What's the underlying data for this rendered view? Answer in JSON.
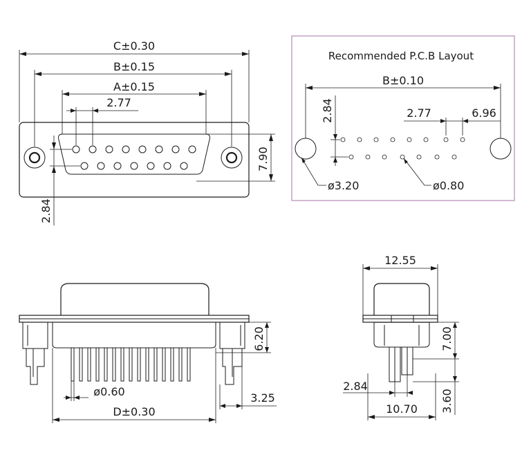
{
  "front_view": {
    "dim_c": "C±0.30",
    "dim_b": "B±0.15",
    "dim_a": "A±0.15",
    "pitch": "2.77",
    "height": "7.90",
    "row_offset": "2.84"
  },
  "pcb_layout": {
    "title": "Recommended P.C.B Layout",
    "dim_b": "B±0.10",
    "row_spacing": "2.84",
    "pitch": "2.77",
    "edge": "6.96",
    "mount_hole": "ø3.20",
    "pin_hole": "ø0.80"
  },
  "bottom_view": {
    "height": "6.20",
    "pin_dia": "ø0.60",
    "dim_d": "D±0.30",
    "tail": "3.25"
  },
  "side_view": {
    "width": "12.55",
    "height": "7.00",
    "row_offset": "2.84",
    "base": "10.70",
    "tail": "3.60"
  }
}
